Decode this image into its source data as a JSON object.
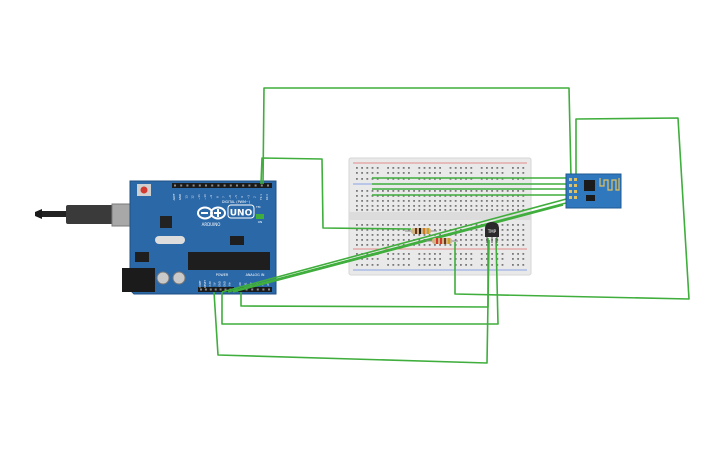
{
  "board": {
    "brand": "ARDUINO",
    "model": "UNO",
    "tm": "TM",
    "digital_header_label": "DIGITAL (PWM~)",
    "power_label": "POWER",
    "analog_label": "ANALOG IN",
    "on_label": "ON",
    "digital_pins": [
      "AREF",
      "GND",
      "13",
      "12",
      "~11",
      "~10",
      "~9",
      "8",
      "7",
      "~6",
      "~5",
      "4",
      "~3",
      "2",
      "TX 1",
      "RX 0"
    ],
    "power_pins": [
      "IOREF",
      "RESET",
      "3.3V",
      "5V",
      "GND",
      "GND",
      "Vin"
    ],
    "analog_pins": [
      "A0",
      "A1",
      "A2",
      "A3",
      "A4",
      "A5"
    ]
  },
  "sensor": {
    "label": "TMP"
  },
  "colors": {
    "board": "#2b68a8",
    "wire": "#3fae3c",
    "breadboard": "#e9e9e9",
    "esp_module": "#2f78bd",
    "resistor": "#d2b483"
  }
}
